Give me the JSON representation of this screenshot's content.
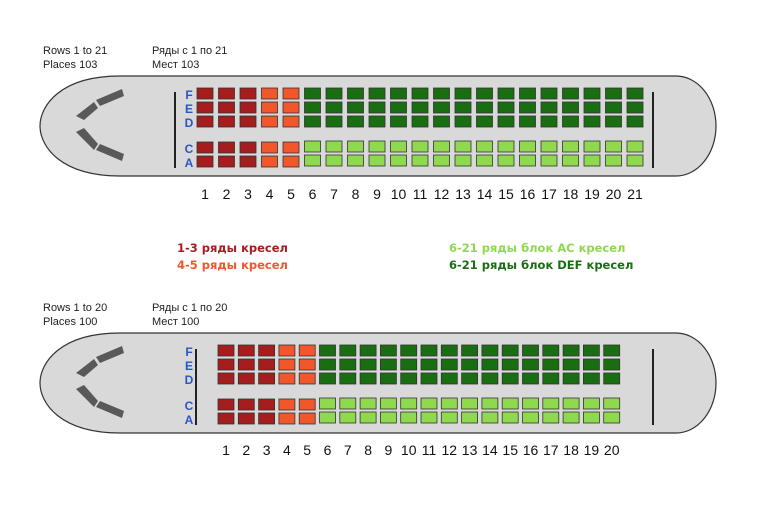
{
  "colors": {
    "fuselage": "#d9d9d9",
    "cockpit": "#595959",
    "letters": "#2a55c9",
    "red": "#a51d1d",
    "orange": "#f2572c",
    "light_green": "#8fd94f",
    "dark_green": "#1a6e12"
  },
  "icons": [
    "cockpit-window-icon"
  ],
  "plans": [
    {
      "rows_en": "Rows 1 to 21",
      "places_en": "Places 103",
      "rows_ru": "Ряды с 1 по 21",
      "places_ru": "Мест 103",
      "row_count": 21,
      "side_letters": [
        "F",
        "E",
        "D",
        "C",
        "A"
      ]
    },
    {
      "rows_en": "Rows 1 to 20",
      "places_en": "Places 100",
      "rows_ru": "Ряды с 1 по 20",
      "places_ru": "Мест 100",
      "row_count": 20,
      "side_letters": [
        "F",
        "E",
        "D",
        "C",
        "A"
      ]
    }
  ],
  "legend": {
    "red": "1-3 ряды кресел",
    "orange": "4-5 ряды кресел",
    "light_green": "6-21 ряды блок AC кресел",
    "dark_green": "6-21 ряды блок DEF кресел"
  }
}
